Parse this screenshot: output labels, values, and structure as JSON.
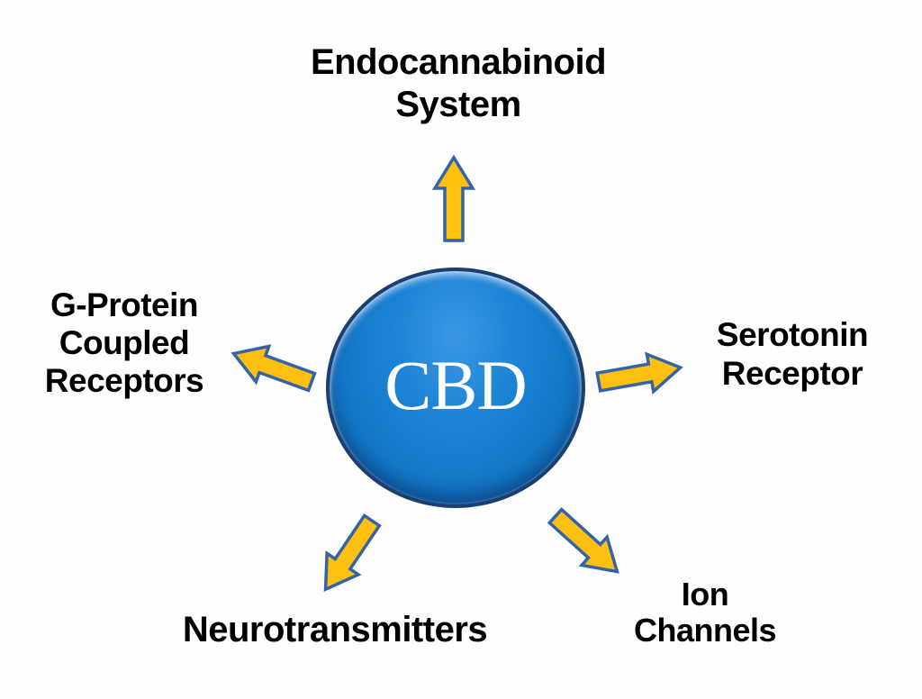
{
  "diagram": {
    "type": "hub-and-spoke",
    "center_node": {
      "label": "CBD"
    },
    "nodes": [
      {
        "id": "endocannabinoid-system",
        "label": "Endocannabinoid\nSystem",
        "position": "top",
        "arrow_direction": "up"
      },
      {
        "id": "g-protein-coupled-receptors",
        "label": "G-Protein\nCoupled\nReceptors",
        "position": "left",
        "arrow_direction": "up-left"
      },
      {
        "id": "serotonin-receptor",
        "label": "Serotonin\nReceptor",
        "position": "right",
        "arrow_direction": "right"
      },
      {
        "id": "neurotransmitters",
        "label": "Neurotransmitters",
        "position": "bottom-left",
        "arrow_direction": "down-left"
      },
      {
        "id": "ion-channels",
        "label": "Ion\nChannels",
        "position": "bottom-right",
        "arrow_direction": "down-right"
      }
    ],
    "colors": {
      "arrow_fill": "#FFC011",
      "arrow_stroke": "#3563A8",
      "circle_fill": "#1478C8",
      "circle_highlight": "#3B97E4",
      "circle_border": "#1B3F70",
      "label_text": "#000000",
      "center_text": "#FFFFFF",
      "background": "#FFFFFF"
    }
  }
}
